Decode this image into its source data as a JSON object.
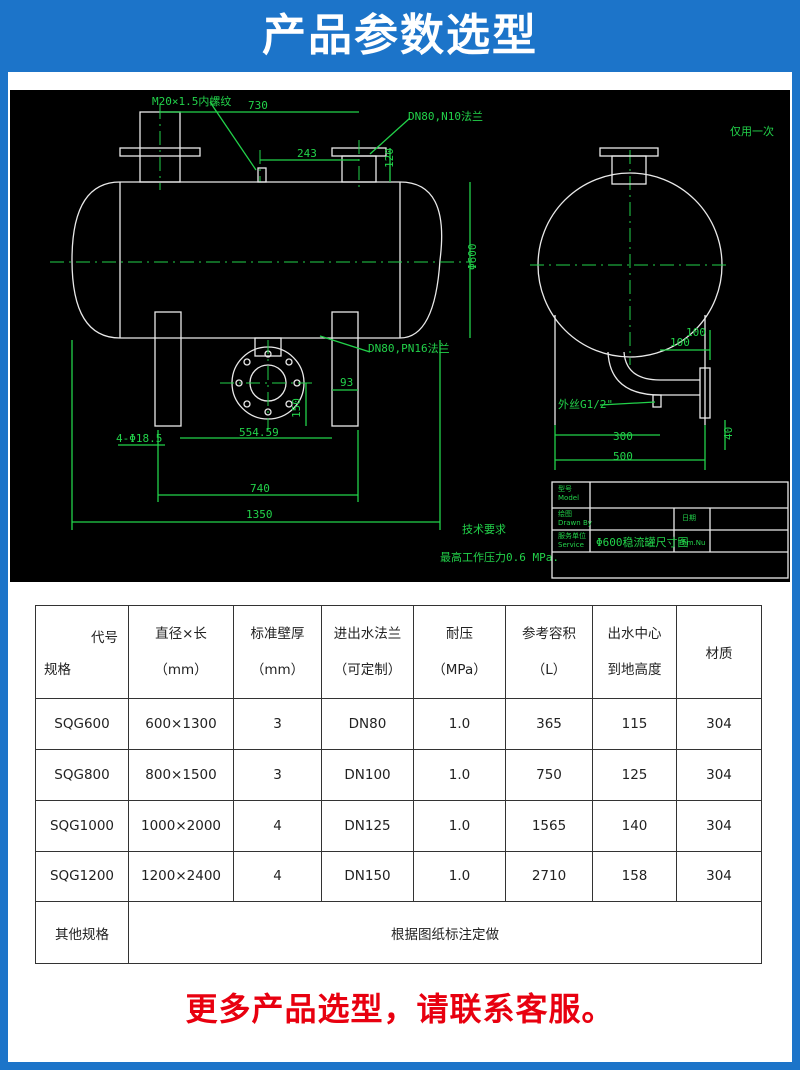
{
  "header": {
    "title": "产品参数选型"
  },
  "drawing": {
    "labels": {
      "m20": "M20×1.5内螺纹",
      "d730": "730",
      "dn80_n10": "DN80,N10法兰",
      "d243": "243",
      "d120": "120",
      "d600": "Φ600",
      "dn80_pn16": "DN80,PN16法兰",
      "d93": "93",
      "d150": "150",
      "d55459": "554.59",
      "holes": "4-Φ18.5",
      "d740": "740",
      "d1350": "1350",
      "tech_req": "技术要求",
      "pressure": "最高工作压力0.6 MPa.",
      "only_once": "仅用一次",
      "d100a": "100",
      "d100b": "100",
      "ext_thread": "外丝G1/2\"",
      "d300": "300",
      "d500": "500",
      "d40": "40",
      "tb_drawing_name": "Φ600稳流罐尺寸图",
      "tb_r1a": "型号",
      "tb_r1b": "Model",
      "tb_r2a": "绘图",
      "tb_r2b": "Drawn By",
      "tb_r3a": "服务单位",
      "tb_r3b": "Service",
      "tb_r2c": "日期",
      "tb_r3c": "Thm.Nu"
    }
  },
  "table": {
    "headers": {
      "code": "代号",
      "spec": "规格",
      "dim_l1": "直径×长",
      "dim_l2": "（mm）",
      "wall_l1": "标准壁厚",
      "wall_l2": "（mm）",
      "flange_l1": "进出水法兰",
      "flange_l2": "（可定制）",
      "pressure_l1": "耐压",
      "pressure_l2": "（MPa）",
      "volume_l1": "参考容积",
      "volume_l2": "（L）",
      "outlet_l1": "出水中心",
      "outlet_l2": "到地高度",
      "material": "材质"
    },
    "rows": [
      {
        "model": "SQG600",
        "dim": "600×1300",
        "wall": "3",
        "flange": "DN80",
        "pressure": "1.0",
        "volume": "365",
        "outlet": "115",
        "material": "304"
      },
      {
        "model": "SQG800",
        "dim": "800×1500",
        "wall": "3",
        "flange": "DN100",
        "pressure": "1.0",
        "volume": "750",
        "outlet": "125",
        "material": "304"
      },
      {
        "model": "SQG1000",
        "dim": "1000×2000",
        "wall": "4",
        "flange": "DN125",
        "pressure": "1.0",
        "volume": "1565",
        "outlet": "140",
        "material": "304"
      },
      {
        "model": "SQG1200",
        "dim": "1200×2400",
        "wall": "4",
        "flange": "DN150",
        "pressure": "1.0",
        "volume": "2710",
        "outlet": "158",
        "material": "304"
      }
    ],
    "other": {
      "label": "其他规格",
      "note": "根据图纸标注定做"
    }
  },
  "footer": {
    "note": "更多产品选型，请联系客服。"
  },
  "colors": {
    "frame_blue": "#1c74c9",
    "cad_green": "#22d24a",
    "footer_red": "#e8000f"
  }
}
